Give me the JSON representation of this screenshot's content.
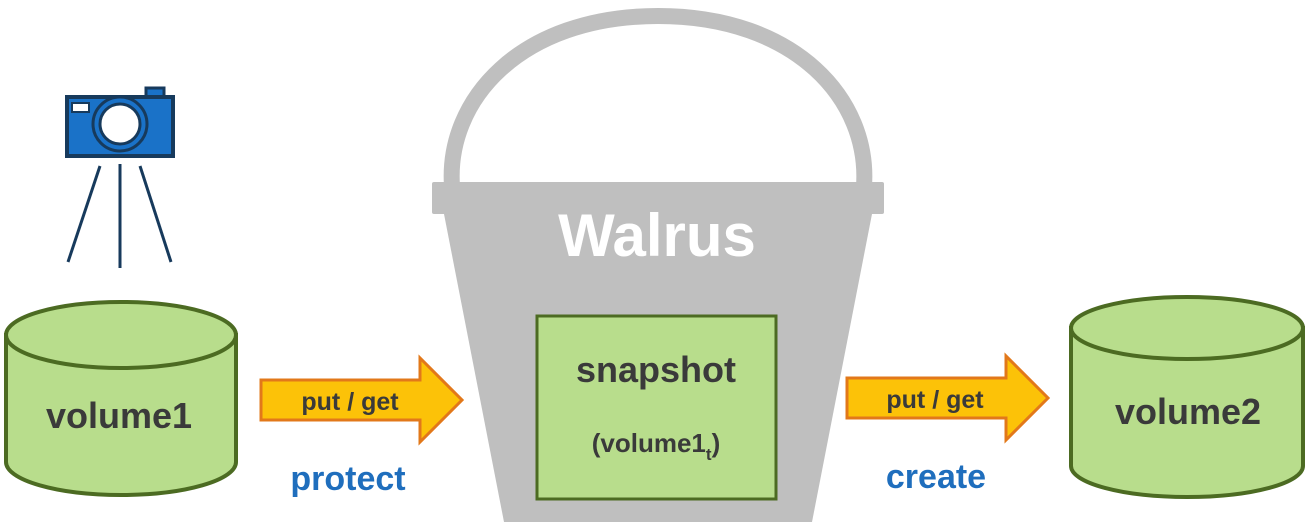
{
  "bucket": {
    "title": "Walrus"
  },
  "snapshot": {
    "label": "snapshot",
    "sub_base": "(volume1",
    "sub_subscript": "t",
    "sub_close": ")"
  },
  "volumes": {
    "source": "volume1",
    "target": "volume2"
  },
  "arrows": {
    "left": {
      "label": "put / get",
      "caption": "protect"
    },
    "right": {
      "label": "put / get",
      "caption": "create"
    }
  },
  "colors": {
    "bucket_gray": "#bfbfbf",
    "volume_fill": "#b8dd8c",
    "volume_stroke": "#4c6b22",
    "arrow_fill": "#fcc208",
    "arrow_stroke": "#e2781a",
    "caption_blue": "#1f6ebd",
    "camera_blue": "#1a72c8",
    "camera_dark": "#173a5c"
  },
  "icons": {
    "camera": "camera-icon",
    "tripod": "tripod-icon",
    "bucket": "bucket-icon"
  }
}
